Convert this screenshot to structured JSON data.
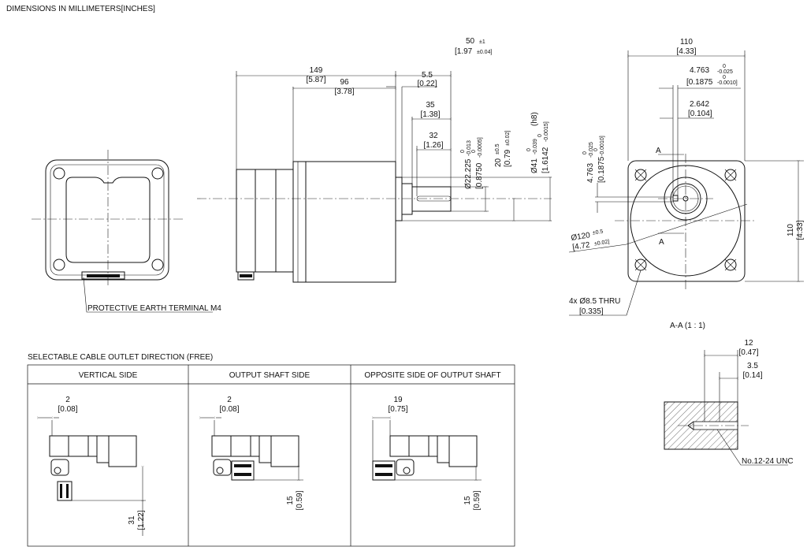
{
  "title": "DIMENSIONS IN MILLIMETERS[INCHES]",
  "rear_view": {
    "terminal_label": "PROTECTIVE EARTH TERMINAL M4"
  },
  "side_view": {
    "overall": {
      "mm": "149",
      "in": "[5.87]"
    },
    "body": {
      "mm": "96",
      "in": "[3.78]"
    },
    "shaft_length": {
      "mm": "50",
      "mm_tol": "±1",
      "in": "[1.97",
      "in_tol": "±0.04]"
    },
    "pilot_depth": {
      "mm": "5.5",
      "in": "[0.22]"
    },
    "shaft_35": {
      "mm": "35",
      "in": "[1.38]"
    },
    "key_32": {
      "mm": "32",
      "in": "[1.26]"
    },
    "shaft_dia": {
      "mm": "Ø22.225",
      "tol_up": "0",
      "tol_lo": "-0.013",
      "in": "[0.8750",
      "in_tol_up": "0",
      "in_tol_lo": "-0.0005]"
    },
    "shaft_offset": {
      "mm": "20",
      "mm_tol": "±0.5",
      "in": "[0.79",
      "in_tol": "±0.02]"
    },
    "pilot_dia": {
      "mm": "Ø41",
      "tol_up": "0",
      "tol_lo": "-0.039",
      "fit": "(h8)",
      "in": "[1.6142",
      "in_tol_up": "0",
      "in_tol_lo": "-0.0015]"
    }
  },
  "front_view": {
    "width": {
      "mm": "110",
      "in": "[4.33]"
    },
    "height": {
      "mm": "110",
      "in": "[4.33]"
    },
    "key_width": {
      "mm": "4.763",
      "tol_up": "0",
      "tol_lo": "-0.025",
      "in": "[0.1875",
      "in_tol_up": "0",
      "in_tol_lo": "-0.0010]"
    },
    "key_depth": {
      "mm": "2.642",
      "in": "[0.104]"
    },
    "key_height": {
      "mm": "4.763",
      "tol_up": "0",
      "tol_lo": "-0.025",
      "in": "[0.1875",
      "in_tol_up": "0",
      "in_tol_lo": "-0.0010]"
    },
    "pcd": {
      "mm": "Ø120",
      "mm_tol": "±0.5",
      "in": "[4.72",
      "in_tol": "±0.02]"
    },
    "holes": {
      "mm": "4x  Ø8.5 THRU",
      "in": "[0.335]"
    },
    "section_mark": "A"
  },
  "section": {
    "title": "A-A  (1 : 1)",
    "depth": {
      "mm": "12",
      "in": "[0.47]"
    },
    "thread_depth": {
      "mm": "3.5",
      "in": "[0.14]"
    },
    "thread": "No.12-24 UNC"
  },
  "cable_table": {
    "caption": "SELECTABLE CABLE OUTLET DIRECTION (FREE)",
    "columns": [
      {
        "header": "VERTICAL SIDE",
        "h": {
          "mm": "2",
          "in": "[0.08]"
        },
        "v": {
          "mm": "31",
          "in": "[1.22]"
        }
      },
      {
        "header": "OUTPUT SHAFT SIDE",
        "h": {
          "mm": "2",
          "in": "[0.08]"
        },
        "v": {
          "mm": "15",
          "in": "[0.59]"
        }
      },
      {
        "header": "OPPOSITE SIDE OF OUTPUT SHAFT",
        "h": {
          "mm": "19",
          "in": "[0.75]"
        },
        "v": {
          "mm": "15",
          "in": "[0.59]"
        }
      }
    ]
  }
}
